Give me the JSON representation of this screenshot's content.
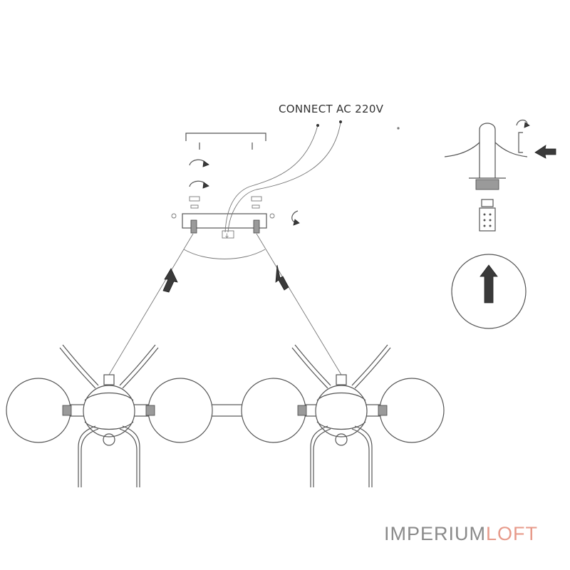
{
  "labels": {
    "connect": "CONNECT AC 220V"
  },
  "brand": {
    "part1": "IMPERIUM",
    "part2": "LOFT",
    "color1": "#8a8a8a",
    "color2": "#e79a8a"
  },
  "icons": [
    "rotate-arrow-icon",
    "up-arrow-icon",
    "left-arrow-icon"
  ]
}
